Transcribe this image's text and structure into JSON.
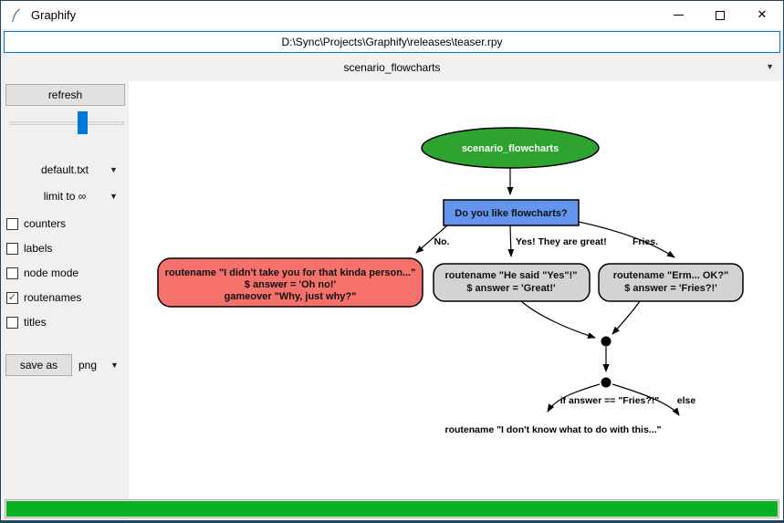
{
  "icons": {
    "close": "✕",
    "dropdown": "▼",
    "check": "✓"
  },
  "titlebar": {
    "title": "Graphify"
  },
  "path_input": {
    "value": "D:\\Sync\\Projects\\Graphify\\releases\\teaser.rpy"
  },
  "label_combo": {
    "value": "scenario_flowcharts"
  },
  "sidebar": {
    "refresh_label": "refresh",
    "slider_fraction": 0.65,
    "file_combo_value": "default.txt",
    "limit_combo_value": "limit to ∞",
    "checkboxes": [
      {
        "label": "counters",
        "checked": false
      },
      {
        "label": "labels",
        "checked": false
      },
      {
        "label": "node mode",
        "checked": false
      },
      {
        "label": "routenames",
        "checked": true
      },
      {
        "label": "titles",
        "checked": false
      }
    ],
    "save_as_label": "save as",
    "format_combo_value": "png"
  },
  "graph": {
    "root_node": "scenario_flowcharts",
    "question_node": "Do you like flowcharts?",
    "edge_labels": {
      "no": "No.",
      "yes": "Yes! They are great!",
      "fries": "Fries."
    },
    "gameover_node_lines": [
      "routename \"I didn't take you for that kinda person...\"",
      "$ answer = 'Oh no!'",
      "gameover \"Why, just why?\""
    ],
    "yes_node_lines": [
      "routename \"He said \"Yes\"!\"",
      "$ answer = 'Great!'"
    ],
    "fries_node_lines": [
      "routename \"Erm... OK?\"",
      "$ answer = 'Fries?!'"
    ],
    "branch_if_label": "if answer == \"Fries?!\"",
    "branch_else_label": "else",
    "tail_text": "routename \"I don't know what to do with this...\"",
    "colors": {
      "root": "#2fa330",
      "question": "#6495ed",
      "gameover": "#f4716c",
      "route": "#d3d3d3",
      "edge": "#000000"
    }
  },
  "progress": {
    "fraction": 1.0,
    "color": "#0cb023"
  }
}
